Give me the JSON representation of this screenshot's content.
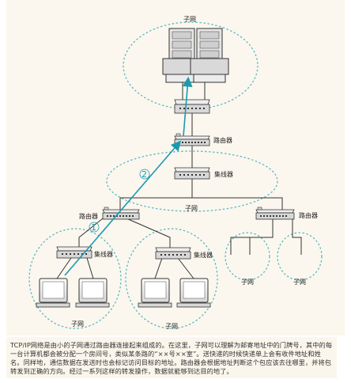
{
  "labels": {
    "subnet_top": "子网",
    "router_main": "路由器",
    "hub_mid": "集线器",
    "subnet_mid": "子网",
    "router_left": "路由器",
    "router_right": "路由器",
    "hub_left": "集线器",
    "hub_center": "集线器",
    "subnet_bottom_left": "子网",
    "subnet_bottom_center": "子网",
    "subnet_right_a": "子网",
    "subnet_right_b": "子网",
    "step1": "1",
    "step2": "2"
  },
  "caption": "TCP/IP网络是由小的子网通过路由器连接起来组成的。在这里，子网可以理解为邮寄地址中的门牌号，其中的每一台计算机都会被分配一个房间号，类似某条路的“××号××室”。送快递的时候快递单上会有收件地址和姓名。同样地，通信数据在发送时也会标记访问目标的地址。路由器会根据地址判断这个包应该去往哪里，并将包转发到正确的方向。经过一系列这样的转发操作，数据就能够到达目的地了。",
  "colors": {
    "dashed_circle": "#5cb8c6",
    "arrow": "#1a9ab0",
    "line": "#333333",
    "device_fill": "#d7d7d7"
  }
}
